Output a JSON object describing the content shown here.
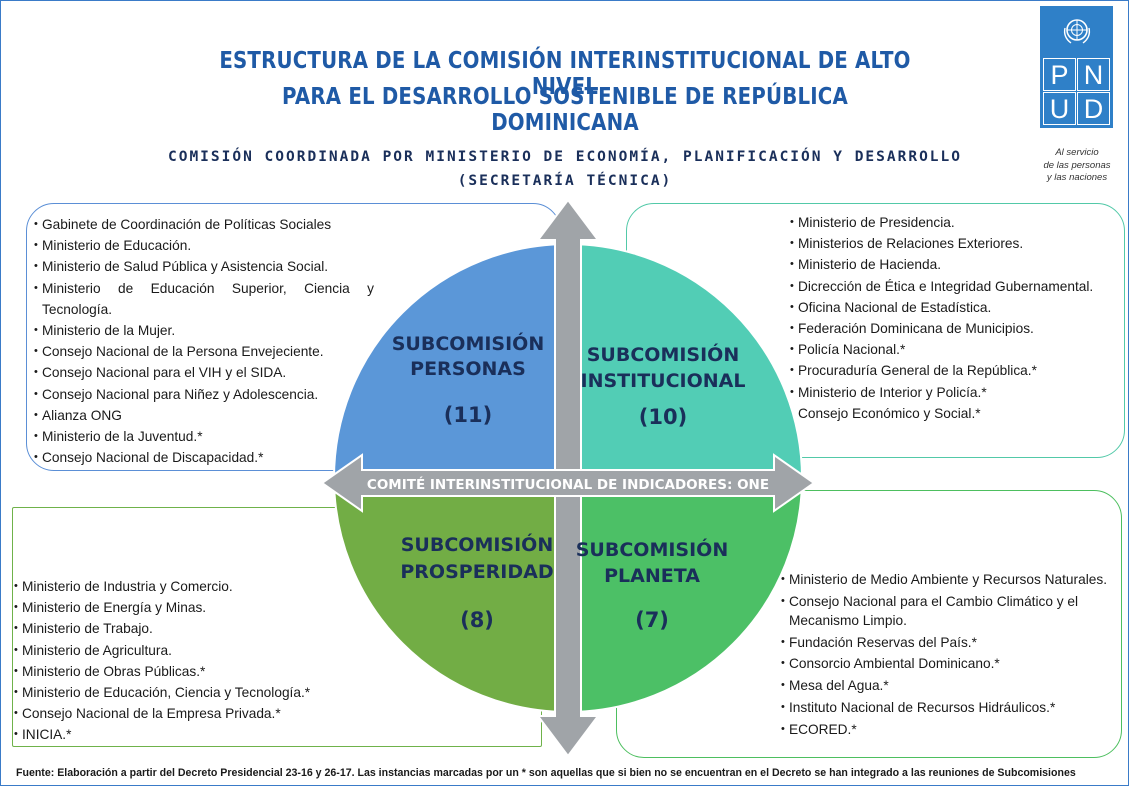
{
  "title": {
    "line1": "ESTRUCTURA DE LA COMISIÓN INTERINSTITUCIONAL DE ALTO NIVEL",
    "line2": "PARA EL DESARROLLO SOSTENIBLE DE REPÚBLICA DOMINICANA"
  },
  "subtitle": {
    "line1": "COMISIÓN COORDINADA POR MINISTERIO DE ECONOMÍA, PLANIFICACIÓN Y DESARROLLO",
    "line2": "(SECRETARÍA TÉCNICA)"
  },
  "logo": {
    "letters": [
      "P",
      "N",
      "U",
      "D"
    ],
    "tagline": [
      "Al servicio",
      "de las personas",
      "y las naciones"
    ],
    "color": "#2f80c8"
  },
  "center_label": "COMITÉ INTERINSTITUCIONAL DE INDICADORES: ONE",
  "quadrants": {
    "personas": {
      "title": [
        "SUBCOMISIÓN",
        "PERSONAS"
      ],
      "count": "(11)",
      "color": "#5b97d8",
      "members": [
        "Gabinete de Coordinación de Políticas Sociales",
        "Ministerio de Educación.",
        "Ministerio de Salud Pública y Asistencia Social.",
        "Ministerio de Educación Superior, Ciencia y Tecnología.",
        "Ministerio de la Mujer.",
        "Consejo Nacional de la Persona Envejeciente.",
        "Consejo Nacional para el VIH y el SIDA.",
        "Consejo Nacional para Niñez y Adolescencia.",
        "Alianza ONG",
        "Ministerio de la Juventud.*",
        "Consejo Nacional de Discapacidad.*"
      ]
    },
    "institucional": {
      "title": [
        "SUBCOMISIÓN",
        "INSTITUCIONAL"
      ],
      "count": "(10)",
      "color": "#52cdb5",
      "members": [
        "Ministerio de Presidencia.",
        "Ministerios de Relaciones Exteriores.",
        "Ministerio de Hacienda.",
        "Dicrección de Ética e Integridad Gubernamental.",
        "Oficina Nacional de Estadística.",
        "Federación Dominicana de Municipios.",
        "Policía Nacional.*",
        "Procuraduría General de la República.*",
        "Ministerio de Interior y Policía.*",
        "Consejo Económico y Social.*"
      ]
    },
    "prosperidad": {
      "title": [
        "SUBCOMISIÓN",
        "PROSPERIDAD"
      ],
      "count": "(8)",
      "color": "#72ad45",
      "members": [
        "Ministerio de Industria y Comercio.",
        "Ministerio de Energía y Minas.",
        "Ministerio de Trabajo.",
        "Ministerio de Agricultura.",
        "Ministerio de Obras Públicas.*",
        "Ministerio de Educación, Ciencia y Tecnología.*",
        "Consejo Nacional de la Empresa Privada.*",
        "INICIA.*"
      ]
    },
    "planeta": {
      "title": [
        "SUBCOMISIÓN",
        "PLANETA"
      ],
      "count": "(7)",
      "color": "#4cc066",
      "members": [
        "Ministerio de Medio Ambiente y Recursos Naturales.",
        "Consejo Nacional para el Cambio Climático y el Mecanismo Limpio.",
        "Fundación Reservas del País.*",
        "Consorcio Ambiental Dominicano.*",
        "Mesa del Agua.*",
        "Instituto Nacional de Recursos Hidráulicos.*",
        "ECORED.*"
      ]
    }
  },
  "source": "Fuente: Elaboración a partir del Decreto Presidencial 23-16 y 26-17. Las instancias marcadas por un * son aquellas que si bien no se encuentran en el Decreto se han integrado a las reuniones de Subcomisiones"
}
